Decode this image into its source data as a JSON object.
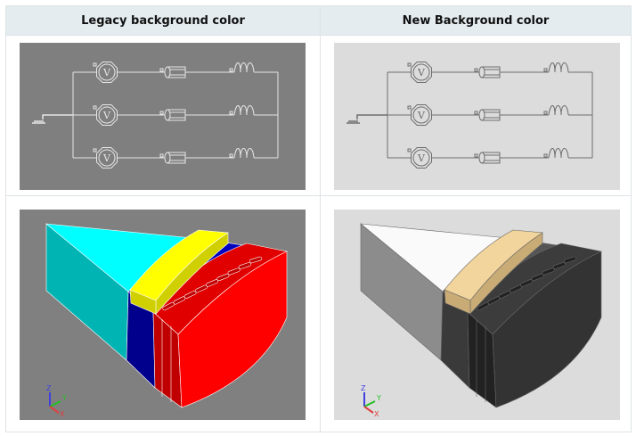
{
  "table": {
    "headers": [
      "Legacy background color",
      "New Background color"
    ]
  },
  "legacy": {
    "circuit": {
      "background": "#7f7f7f",
      "stroke": "#e6e6e6"
    },
    "motor": {
      "background": "#808080",
      "wedge_top": "#00ffff",
      "wedge_side": "#00b4b4",
      "blue": "#0000c0",
      "blue_dark": "#00008c",
      "band_top": "#ffff00",
      "band_side": "#d0d000",
      "red_face": "#ff0000",
      "red_side": "#c00000",
      "red_top": "#e00000",
      "edge": "#ffffff"
    }
  },
  "new": {
    "circuit": {
      "background": "#dcdcdc",
      "stroke": "#6e6e6e"
    },
    "motor": {
      "background": "#dcdcdc",
      "wedge_top": "#fafafa",
      "wedge_side": "#8c8c8c",
      "blue": "#555555",
      "blue_dark": "#3a3a3a",
      "band_top": "#f2d59c",
      "band_side": "#c9ab75",
      "red_face": "#333333",
      "red_side": "#222222",
      "red_top": "#3c3c3c",
      "edge": "#666666"
    }
  },
  "axes": {
    "z": "Z",
    "y": "Y",
    "x": "X",
    "z_color": "#4040e0",
    "y_color": "#20c020",
    "x_color": "#e04040"
  }
}
